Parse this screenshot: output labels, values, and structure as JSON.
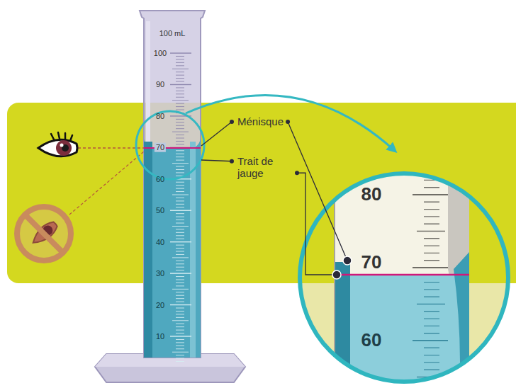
{
  "diagram": {
    "labels": [
      "100 mL",
      "100",
      "90",
      "80",
      "70",
      "60",
      "50",
      "40",
      "30",
      "20",
      "10",
      "Ménisque",
      "Trait de jauge",
      "80",
      "70",
      "60"
    ]
  }
}
